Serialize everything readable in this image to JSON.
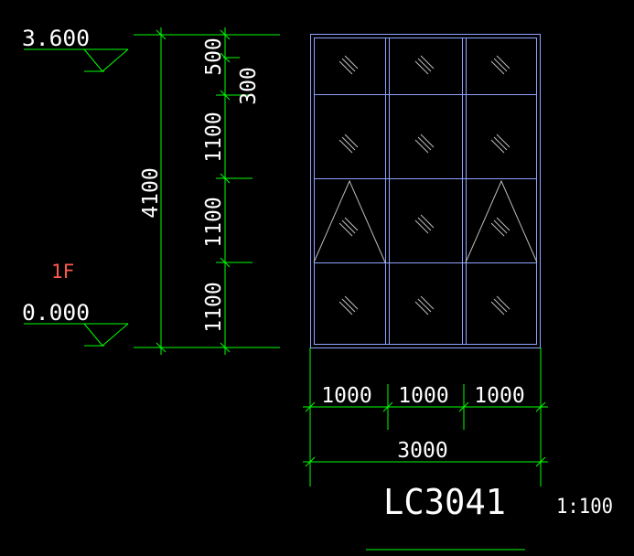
{
  "levels": {
    "top": "3.600",
    "bottom": "0.000",
    "floor": "1F"
  },
  "vertical_dims": {
    "total": "4100",
    "segments": [
      "500",
      "1100",
      "1100",
      "1100"
    ],
    "offset": "300"
  },
  "horizontal_dims": {
    "segments": [
      "1000",
      "1000",
      "1000"
    ],
    "total": "3000"
  },
  "window": {
    "code": "LC3041",
    "scale": "1:100",
    "columns": 3,
    "rows": 4,
    "opening_panes": [
      "row3-col1",
      "row3-col3"
    ]
  },
  "colors": {
    "background": "#000000",
    "dimension": "#00ff00",
    "frame": "#8ea2ff",
    "text": "#ffffff",
    "floor_label": "#ff5a4a",
    "hatch": "#bdbdbd"
  }
}
